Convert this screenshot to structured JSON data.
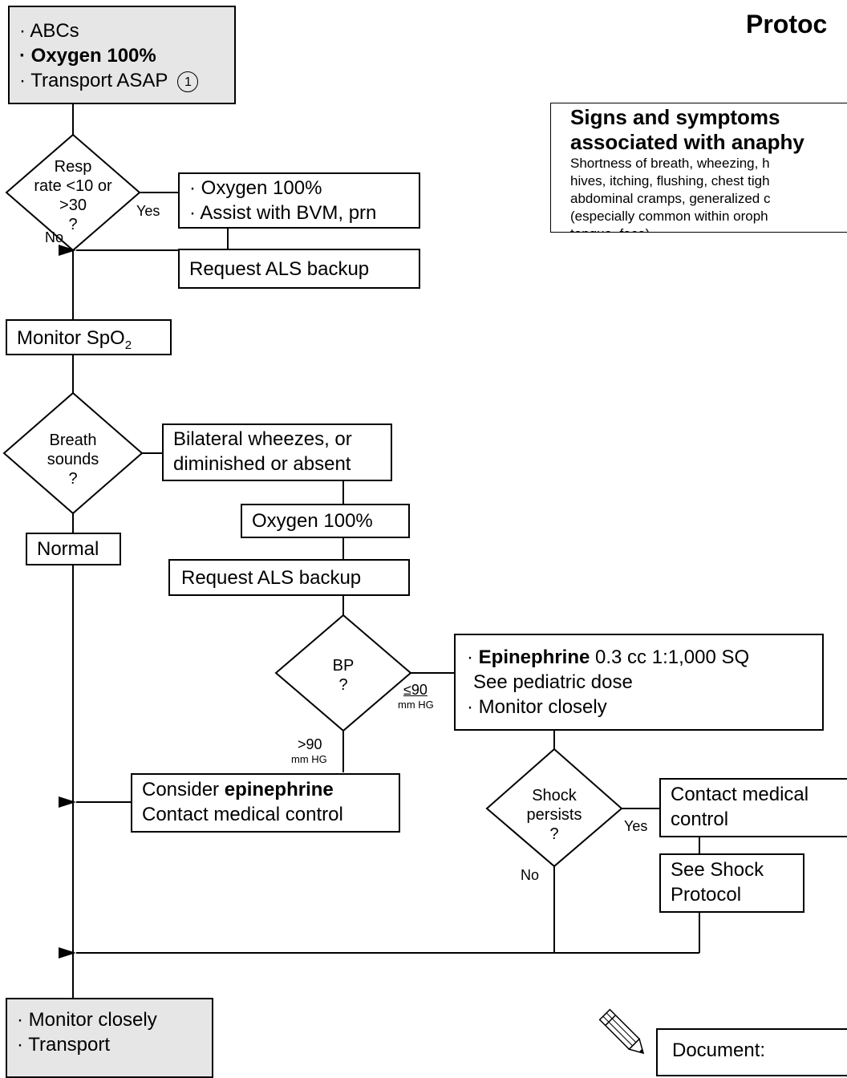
{
  "title": "Protoc",
  "start_box": {
    "line1": "· ABCs",
    "line2": "· Oxygen 100%",
    "line3": "· Transport ASAP",
    "note_number": "1"
  },
  "info_box": {
    "heading1": "Signs and symptoms",
    "heading2": "associated with anaphy",
    "lines": [
      "Shortness of breath, wheezing, h",
      "hives, itching, flushing, chest tigh",
      "abdominal cramps, generalized c",
      "(especially common within oroph",
      "tongue, face)"
    ]
  },
  "decision_resp": {
    "line1": "Resp",
    "line2": "rate <10 or",
    "line3": ">30",
    "line4": "?",
    "yes": "Yes",
    "no": "No"
  },
  "box_oxygen_bvm": {
    "line1": "· Oxygen 100%",
    "line2": "· Assist with BVM, prn"
  },
  "box_request_als_1": "Request ALS backup",
  "box_monitor_spo2": {
    "text": "Monitor SpO",
    "sub": "2"
  },
  "decision_breath": {
    "line1": "Breath",
    "line2": "sounds",
    "line3": "?"
  },
  "box_wheezes": {
    "line1": "Bilateral wheezes, or",
    "line2": "diminished or absent"
  },
  "box_normal": "Normal",
  "box_oxygen_2": "Oxygen 100%",
  "box_request_als_2": "Request ALS backup",
  "decision_bp": {
    "line1": "BP",
    "line2": "?",
    "low_label": "≤90",
    "low_units": "mm HG",
    "high_label": ">90",
    "high_units": "mm HG"
  },
  "box_epinephrine": {
    "bullet1": "· ",
    "drug": "Epinephrine",
    "dose": " 0.3 cc 1:1,000 SQ",
    "line2": "See pediatric dose",
    "line3": "· Monitor closely"
  },
  "box_consider": {
    "prefix": "Consider ",
    "drug": "epinephrine",
    "line2": "Contact medical control"
  },
  "decision_shock": {
    "line1": "Shock",
    "line2": "persists",
    "line3": "?",
    "yes": "Yes",
    "no": "No"
  },
  "box_contact": {
    "line1": "Contact medical",
    "line2": "control"
  },
  "box_shock_protocol": {
    "line1": "See Shock",
    "line2": "Protocol"
  },
  "end_box": {
    "line1": "· Monitor closely",
    "line2": "· Transport"
  },
  "document_box": {
    "label": "Document:"
  },
  "colors": {
    "terminal_fill": "#e6e6e6",
    "stroke": "#000000"
  }
}
